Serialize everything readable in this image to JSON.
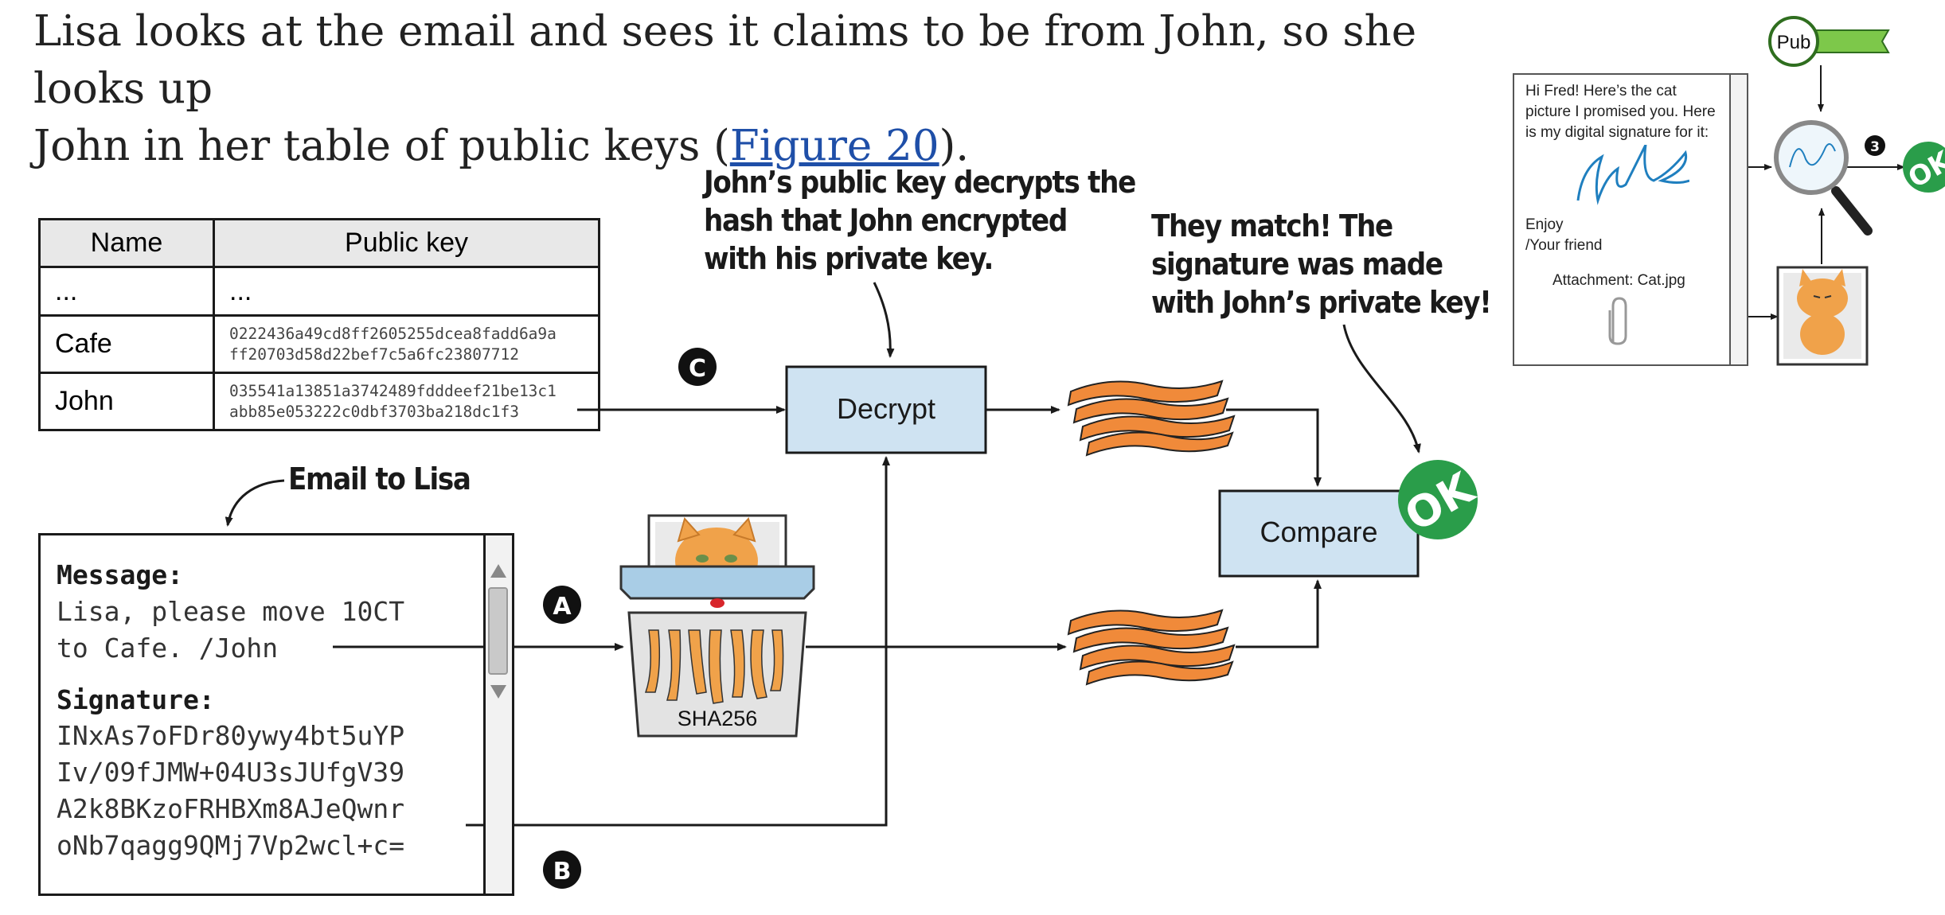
{
  "intro": {
    "line1": "Lisa looks at the email and sees it claims to be from John, so she looks up",
    "line2_prefix": "John in her table of public keys (",
    "link": "Figure 20",
    "line2_suffix": ")."
  },
  "callouts": {
    "decrypt_note": [
      "John’s public key decrypts the",
      "hash that John encrypted",
      "with his private key."
    ],
    "match_note": [
      "They match! The",
      "signature was made",
      "with John’s private key!"
    ],
    "email_to_lisa": "Email to Lisa"
  },
  "key_table": {
    "headers": [
      "Name",
      "Public key"
    ],
    "rows": [
      {
        "name": "...",
        "key": [
          "..."
        ]
      },
      {
        "name": "Cafe",
        "key": [
          "0222436a49cd8ff2605255dcea8fadd6a9a",
          "ff20703d58d22bef7c5a6fc23807712"
        ]
      },
      {
        "name": "John",
        "key": [
          "035541a13851a3742489fdddeef21be13c1",
          "abb85e053222c0dbf3703ba218dc1f3"
        ]
      }
    ]
  },
  "email": {
    "message_label": "Message:",
    "message_lines": [
      "Lisa, please move 10CT",
      "to Cafe. /John"
    ],
    "signature_label": "Signature:",
    "signature_lines": [
      "INxAs7oFDr80ywy4bt5uYP",
      "Iv/09fJMW+04U3sJUfgV39",
      "A2k8BKzoFRHBXm8AJeQwnr",
      "oNb7qagg9QMj7Vp2wcl+c="
    ]
  },
  "boxes": {
    "decrypt": "Decrypt",
    "compare": "Compare"
  },
  "shredder_label": "SHA256",
  "badges": {
    "a": "A",
    "b": "B",
    "c": "C",
    "ok": "OK"
  },
  "inset": {
    "message_lines": [
      "Hi Fred! Here’s the cat",
      "picture I promised you. Here",
      "is my digital signature for it:"
    ],
    "enjoy": "Enjoy",
    "friend": "/Your friend",
    "attachment": "Attachment: Cat.jpg",
    "pub_label": "Pub",
    "step": "3",
    "ok": "OK"
  },
  "colors": {
    "box_fill": "#cfe3f2",
    "ok_green": "#2a9d4a",
    "key_green": "#7dc84a",
    "cat_orange": "#f0a24a",
    "hash_orange": "#f08a3a",
    "signature_blue": "#1f7fbf"
  }
}
